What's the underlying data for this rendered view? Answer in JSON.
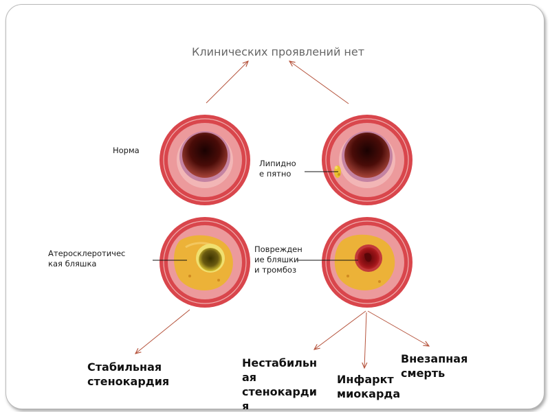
{
  "title": "Клинических проявлений нет",
  "labels": {
    "normal": "Норма",
    "lipid_line1": "Липидно",
    "lipid_line2": "е пятно",
    "plaque_line1": "Атеросклеротичес",
    "plaque_line2": "кая бляшка",
    "damage_line1": "Поврежден",
    "damage_line2": "ие бляшки",
    "damage_line3": "и тромбоз"
  },
  "outcomes": {
    "stable_line1": "Стабильная",
    "stable_line2": "стенокардия",
    "unstable_line1": "Нестабильн",
    "unstable_line2": "ая",
    "unstable_line3": "стенокарди",
    "unstable_line4": "я",
    "infarct_line1": "Инфаркт",
    "infarct_line2": "миокарда",
    "sudden_line1": "Внезапная",
    "sudden_line2": "смерть"
  },
  "colors": {
    "arrow": "#b5533c",
    "artery_outer": "#d9464c",
    "artery_wall": "#ec9a9c",
    "plaque": "#ecb238",
    "lumen": "#4a0c08",
    "thrombus": "#9c1418"
  }
}
